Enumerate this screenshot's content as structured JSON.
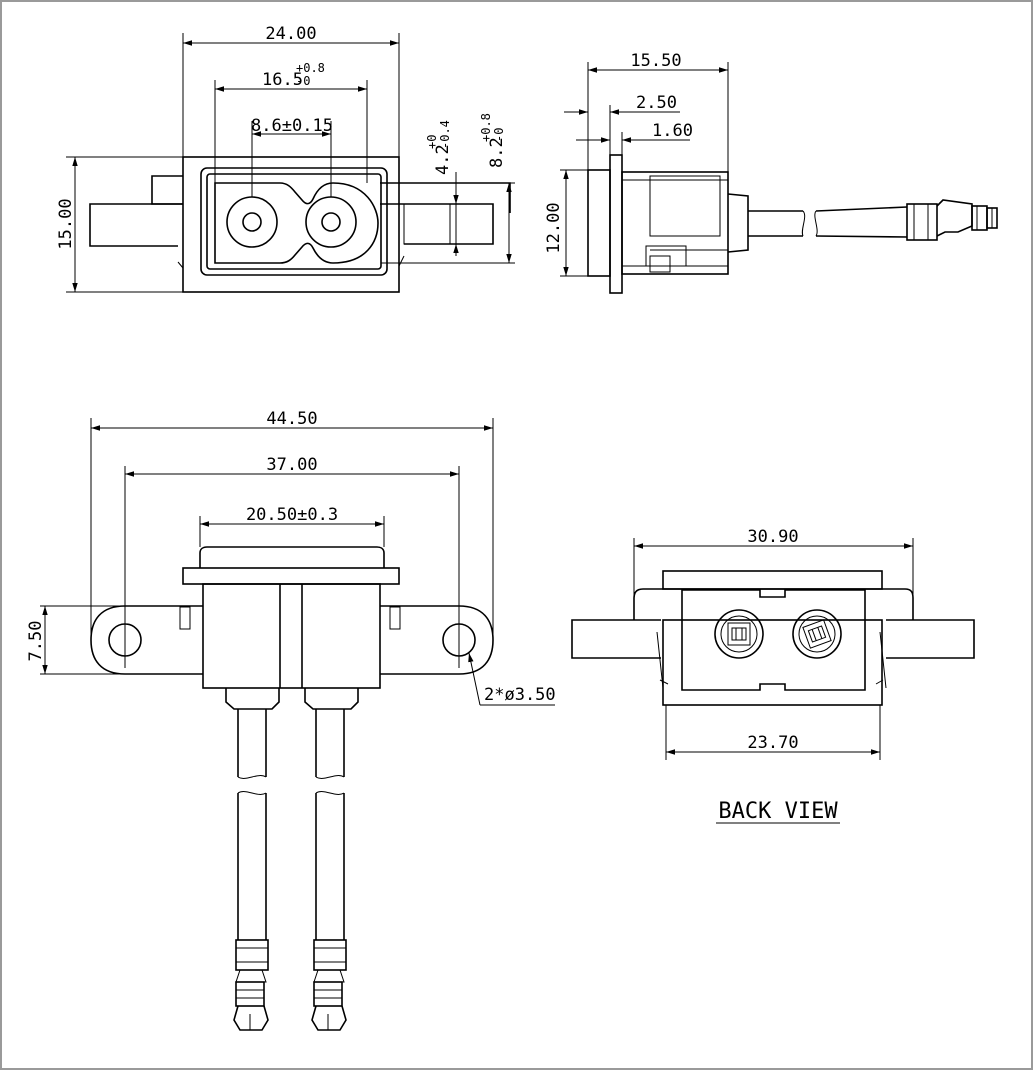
{
  "front_view": {
    "width": "24.00",
    "pin_span": "16.5",
    "pin_span_upper_tol": "+0.8",
    "pin_span_lower_tol": "-0",
    "pin_pitch": "8.6±0.15",
    "height": "15.00",
    "tab_height": "4.2",
    "tab_height_upper_tol": "+0",
    "tab_height_lower_tol": "-0.4",
    "body_height": "8.2",
    "body_height_upper_tol": "+0.8",
    "body_height_lower_tol": "-0"
  },
  "side_view": {
    "depth": "15.50",
    "flange": "2.50",
    "plate": "1.60",
    "height": "12.00"
  },
  "top_view": {
    "overall": "44.50",
    "hole_pitch": "37.00",
    "body": "20.50±0.3",
    "tab": "7.50",
    "hole": "2*ø3.50"
  },
  "back_view": {
    "top": "30.90",
    "bottom": "23.70",
    "caption": "BACK VIEW"
  }
}
